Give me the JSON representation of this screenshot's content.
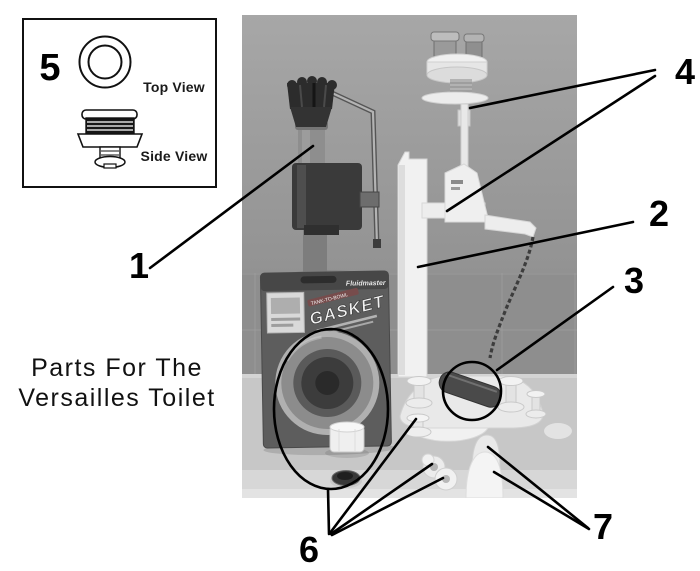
{
  "callouts": {
    "c1": "1",
    "c2": "2",
    "c3": "3",
    "c4": "4",
    "c5": "5",
    "c6": "6",
    "c7": "7"
  },
  "inset": {
    "top_view_label": "Top View",
    "side_view_label": "Side View"
  },
  "caption": {
    "line1": "Parts For The",
    "line2": "Versailles Toilet"
  },
  "photo": {
    "package_brand": "Fluidmaster",
    "package_title": "GASKET"
  },
  "colors": {
    "annotation": "#000000",
    "wall": "#9b9b9b",
    "table": "#c7c7c7",
    "white_part": "#f0f0f0",
    "dark_part": "#3a3a3a"
  }
}
